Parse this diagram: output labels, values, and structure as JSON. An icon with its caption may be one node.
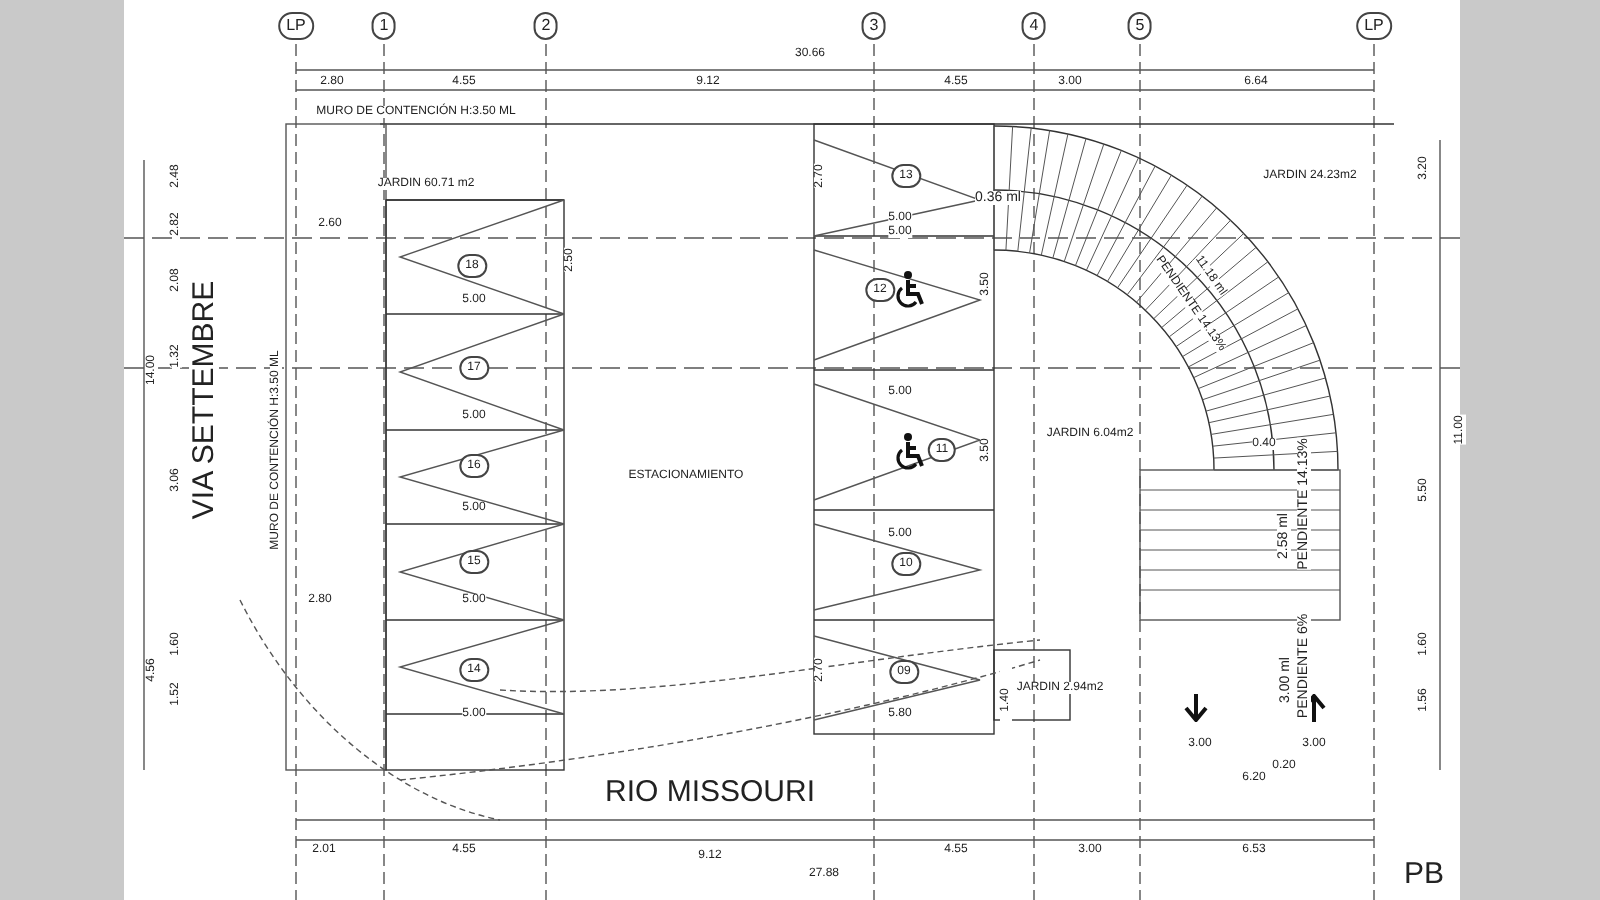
{
  "diagram": {
    "labels": [
      "LP",
      "1",
      "2",
      "3",
      "4",
      "5",
      "LP",
      "30.66",
      "2.80",
      "4.55",
      "9.12",
      "4.55",
      "3.00",
      "6.64",
      "MURO DE CONTENCIÓN H:3.50 ML",
      "2.48",
      "JARDIN 60.71 m2",
      "13",
      "2.70",
      "0.36 ml",
      "JARDIN 24.23m2",
      "3.20",
      "5.00",
      "5.00",
      "2.82",
      "2.60",
      "2.50",
      "18",
      "12",
      "3.50",
      "11.18 ml",
      "PENDIENTE 14.13%",
      "2.08",
      "5.00",
      "14.00",
      "VIA SETTEMBRE",
      "MURO DE CONTENCIÓN H:3.50 ML",
      "17",
      "1.32",
      "5.00",
      "5.00",
      "11",
      "3.50",
      "JARDIN 6.04m2",
      "0.40",
      "16",
      "ESTACIONAMIENTO",
      "3.06",
      "11.00",
      "5.00",
      "5.50",
      "2.58 ml",
      "PENDIENTE 14.13%",
      "15",
      "10",
      "5.00",
      "2.80",
      "5.00",
      "4.56",
      "1.60",
      "14",
      "09",
      "2.70",
      "JARDIN 2.94m2",
      "1.40",
      "3.00 ml",
      "PENDIENTE 6%",
      "1.60",
      "1.52",
      "5.00",
      "5.80",
      "1.56",
      "3.00",
      "3.00",
      "0.20",
      "6.20",
      "RIO MISSOURI",
      "2.01",
      "4.55",
      "9.12",
      "4.55",
      "3.00",
      "6.53",
      "27.88",
      "PB"
    ]
  }
}
